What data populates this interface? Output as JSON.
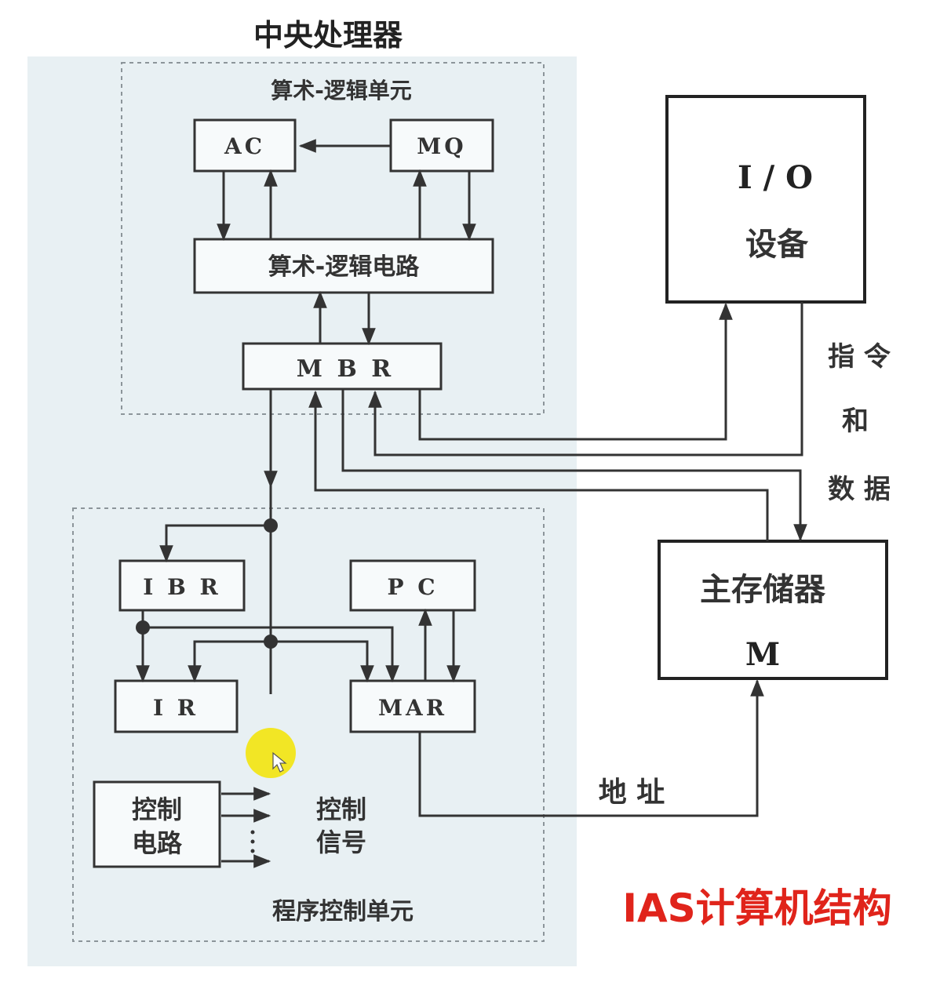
{
  "cpu_title": "中央处理器",
  "alu_unit_label": "算术-逻辑单元",
  "alu_circuit_label": "算术-逻辑电路",
  "program_control_unit_label": "程序控制单元",
  "registers": {
    "ac": "AC",
    "mq": "MQ",
    "mbr": "M B R",
    "ibr": "I B R",
    "pc": "P C",
    "ir": "I R",
    "mar": "MAR"
  },
  "control_circuit": [
    "控制",
    "电路"
  ],
  "control_signal": [
    "控制",
    "信号"
  ],
  "io_device": [
    "I / O",
    "设备"
  ],
  "main_memory": [
    "主存储器",
    "M"
  ],
  "instr_data_label": [
    "指 令",
    "和",
    "数 据"
  ],
  "address_label": "地  址",
  "caption": "IAS计算机结构",
  "colors": {
    "cpu_background": "#e8f0f3",
    "caption": "#e0241b",
    "cursor_highlight": "#f3e400"
  }
}
